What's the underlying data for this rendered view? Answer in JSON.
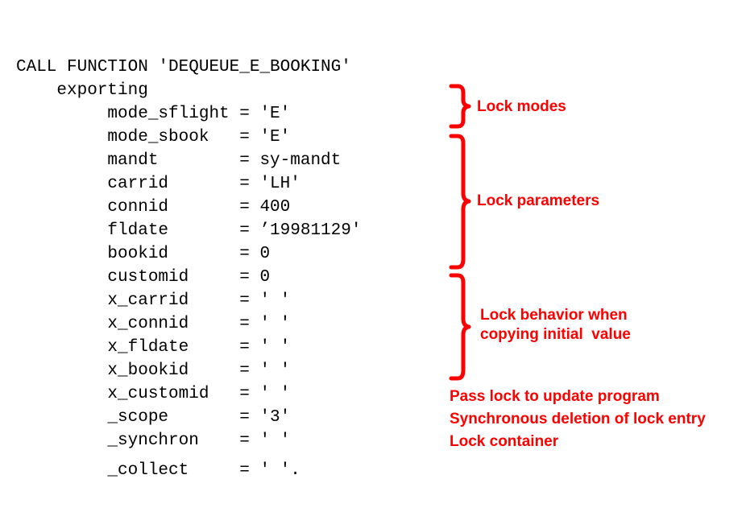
{
  "document": {
    "background_color": "#ffffff",
    "code_color": "#000000",
    "annotation_color": "#ff0000"
  },
  "code": {
    "lines": [
      "CALL FUNCTION 'DEQUEUE_E_BOOKING'",
      "    exporting",
      "         mode_sflight = 'E'",
      "         mode_sbook   = 'E'",
      "         mandt        = sy-mandt",
      "         carrid       = 'LH'",
      "         connid       = 400",
      "         fldate       = ’19981129'",
      "         bookid       = 0",
      "         customid     = 0",
      "         x_carrid     = ' '",
      "         x_connid     = ' '",
      "         x_fldate     = ' '",
      "         x_bookid     = ' '",
      "         x_customid   = ' '",
      "         _scope       = '3'",
      "         _synchron    = ' '",
      "         _collect     = ' '."
    ],
    "statement": "CALL FUNCTION 'DEQUEUE_E_BOOKING'",
    "function_module": "DEQUEUE_E_BOOKING",
    "keyword_exporting": "exporting",
    "parameters": [
      {
        "name": "mode_sflight",
        "value": "'E'"
      },
      {
        "name": "mode_sbook",
        "value": "'E'"
      },
      {
        "name": "mandt",
        "value": "sy-mandt"
      },
      {
        "name": "carrid",
        "value": "'LH'"
      },
      {
        "name": "connid",
        "value": "400"
      },
      {
        "name": "fldate",
        "value": "’19981129'"
      },
      {
        "name": "bookid",
        "value": "0"
      },
      {
        "name": "customid",
        "value": "0"
      },
      {
        "name": "x_carrid",
        "value": "' '"
      },
      {
        "name": "x_connid",
        "value": "' '"
      },
      {
        "name": "x_fldate",
        "value": "' '"
      },
      {
        "name": "x_bookid",
        "value": "' '"
      },
      {
        "name": "x_customid",
        "value": "' '"
      },
      {
        "name": "_scope",
        "value": "'3'"
      },
      {
        "name": "_synchron",
        "value": "' '"
      },
      {
        "name": "_collect",
        "value": "' '."
      }
    ]
  },
  "annotations": {
    "braces": [
      {
        "label": "Lock modes",
        "covers": "mode_sflight .. mode_sbook"
      },
      {
        "label": "Lock parameters",
        "covers": "mandt .. customid"
      },
      {
        "label_line1": "Lock behavior when",
        "label_line2": "copying initial  value",
        "covers": "x_carrid .. x_customid"
      }
    ],
    "brace_labels": {
      "lock_modes": "Lock modes",
      "lock_parameters": "Lock parameters",
      "lock_behavior_line1": "Lock behavior when",
      "lock_behavior_line2": "copying initial  value"
    },
    "notes": [
      "Pass lock to update program",
      "Synchronous deletion of lock entry",
      "Lock container"
    ]
  }
}
